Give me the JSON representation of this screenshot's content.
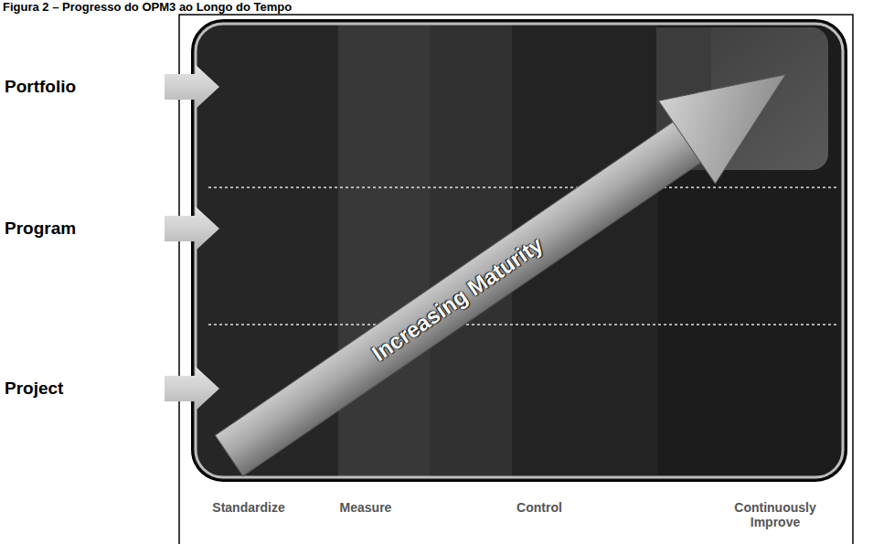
{
  "diagram": {
    "title": "Figura 2 – Progresso do OPM3 ao Longo do Tempo",
    "nodes": [
      {
        "text": [
          "Increasing Maturity"
        ]
      }
    ],
    "labels": [
      "Portfolio",
      "Program",
      "Project",
      "Standardize",
      "Measure",
      "Control",
      "Continuously Improve"
    ]
  }
}
